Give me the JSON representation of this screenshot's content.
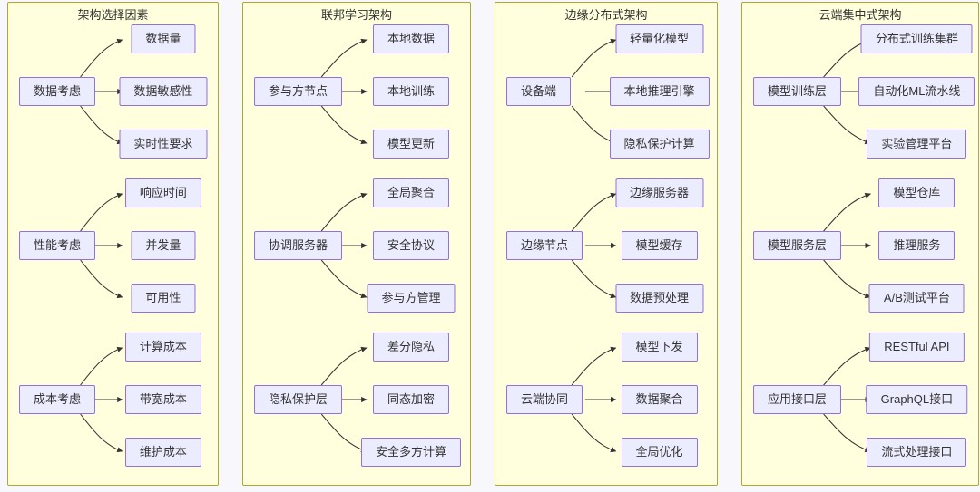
{
  "style": {
    "page_bg": "#f8f8fc",
    "panel_fill": "#ffffde",
    "panel_border": "#aaaa33",
    "node_fill": "#ececff",
    "node_border": "#9370db",
    "edge_color": "#333333",
    "text_color": "#333333"
  },
  "panels": [
    {
      "title": "架构选择因素",
      "groups": [
        {
          "parent": "数据考虑",
          "children": [
            "数据量",
            "数据敏感性",
            "实时性要求"
          ]
        },
        {
          "parent": "性能考虑",
          "children": [
            "响应时间",
            "并发量",
            "可用性"
          ]
        },
        {
          "parent": "成本考虑",
          "children": [
            "计算成本",
            "带宽成本",
            "维护成本"
          ]
        }
      ]
    },
    {
      "title": "联邦学习架构",
      "groups": [
        {
          "parent": "参与方节点",
          "children": [
            "本地数据",
            "本地训练",
            "模型更新"
          ]
        },
        {
          "parent": "协调服务器",
          "children": [
            "全局聚合",
            "安全协议",
            "参与方管理"
          ]
        },
        {
          "parent": "隐私保护层",
          "children": [
            "差分隐私",
            "同态加密",
            "安全多方计算"
          ]
        }
      ]
    },
    {
      "title": "边缘分布式架构",
      "groups": [
        {
          "parent": "设备端",
          "children": [
            "轻量化模型",
            "本地推理引擎",
            "隐私保护计算"
          ]
        },
        {
          "parent": "边缘节点",
          "children": [
            "边缘服务器",
            "模型缓存",
            "数据预处理"
          ]
        },
        {
          "parent": "云端协同",
          "children": [
            "模型下发",
            "数据聚合",
            "全局优化"
          ]
        }
      ]
    },
    {
      "title": "云端集中式架构",
      "groups": [
        {
          "parent": "模型训练层",
          "children": [
            "分布式训练集群",
            "自动化ML流水线",
            "实验管理平台"
          ]
        },
        {
          "parent": "模型服务层",
          "children": [
            "模型仓库",
            "推理服务",
            "A/B测试平台"
          ]
        },
        {
          "parent": "应用接口层",
          "children": [
            "RESTful API",
            "GraphQL接口",
            "流式处理接口"
          ]
        }
      ]
    }
  ]
}
